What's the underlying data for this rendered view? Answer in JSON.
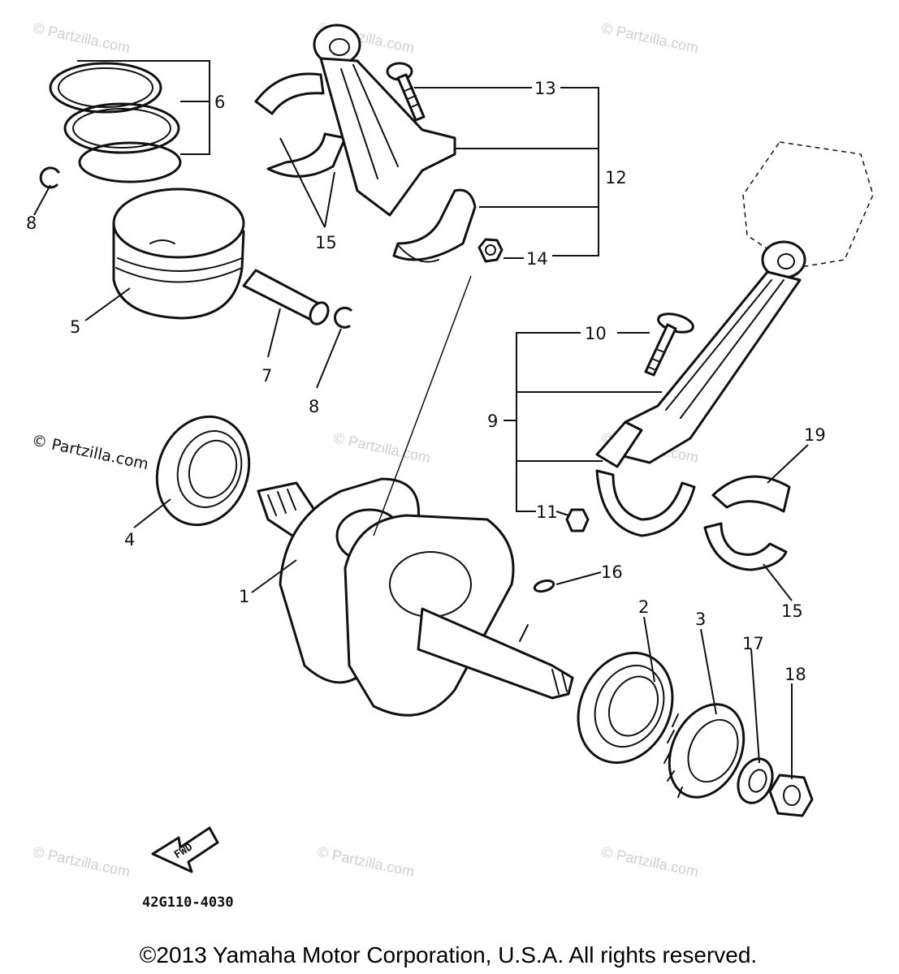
{
  "callouts": {
    "c1": "1",
    "c2": "2",
    "c3": "3",
    "c4": "4",
    "c5": "5",
    "c6": "6",
    "c7": "7",
    "c8a": "8",
    "c8b": "8",
    "c9": "9",
    "c10": "10",
    "c11": "11",
    "c12": "12",
    "c13": "13",
    "c14": "14",
    "c15a": "15",
    "c15b": "15",
    "c16": "16",
    "c17": "17",
    "c18": "18",
    "c19": "19"
  },
  "fwd_label": "FWD",
  "diagram_code": "42G110-4030",
  "watermark": "© Partzilla.com",
  "copyright": "©2013 Yamaha Motor Corporation, U.S.A. All rights reserved."
}
